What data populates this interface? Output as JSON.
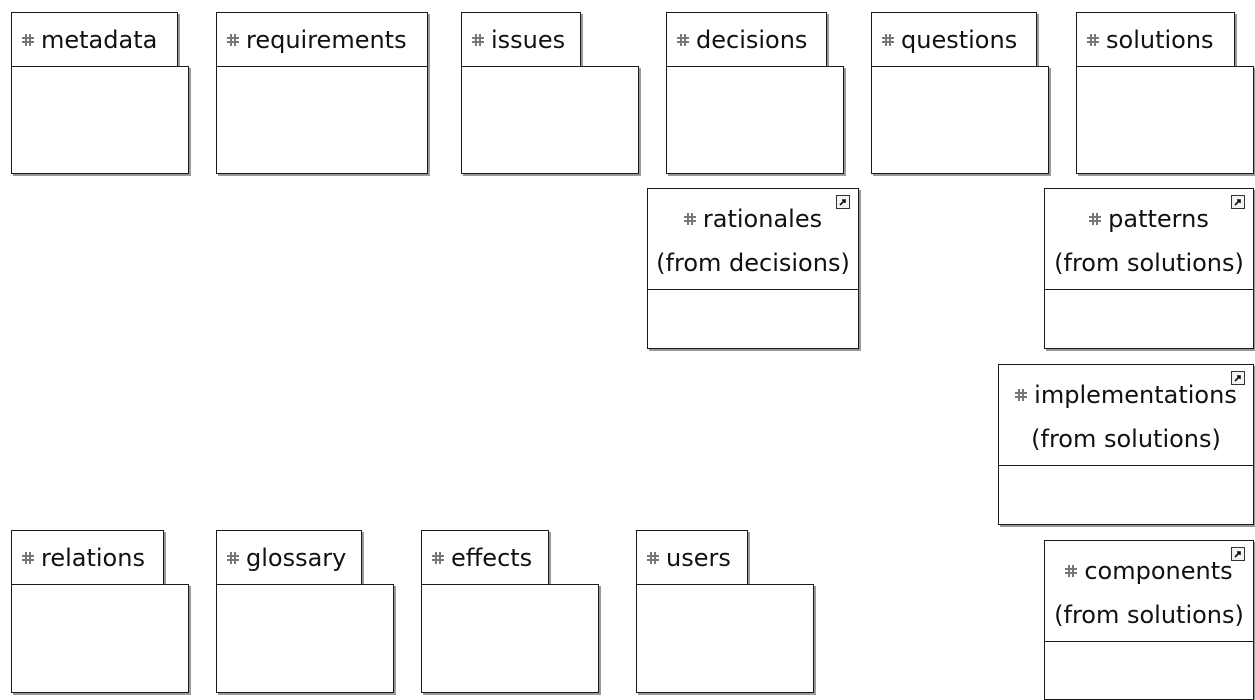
{
  "packages_top": [
    {
      "name": "metadata"
    },
    {
      "name": "requirements"
    },
    {
      "name": "issues"
    },
    {
      "name": "decisions"
    },
    {
      "name": "questions"
    },
    {
      "name": "solutions"
    }
  ],
  "packages_bottom": [
    {
      "name": "relations"
    },
    {
      "name": "glossary"
    },
    {
      "name": "effects"
    },
    {
      "name": "users"
    }
  ],
  "references": [
    {
      "name": "rationales",
      "origin": "(from decisions)"
    },
    {
      "name": "patterns",
      "origin": "(from solutions)"
    },
    {
      "name": "implementations",
      "origin": "(from solutions)"
    },
    {
      "name": "components",
      "origin": "(from solutions)"
    }
  ],
  "icons": {
    "package": "package-icon",
    "reference": "shortcut-arrow-icon"
  }
}
